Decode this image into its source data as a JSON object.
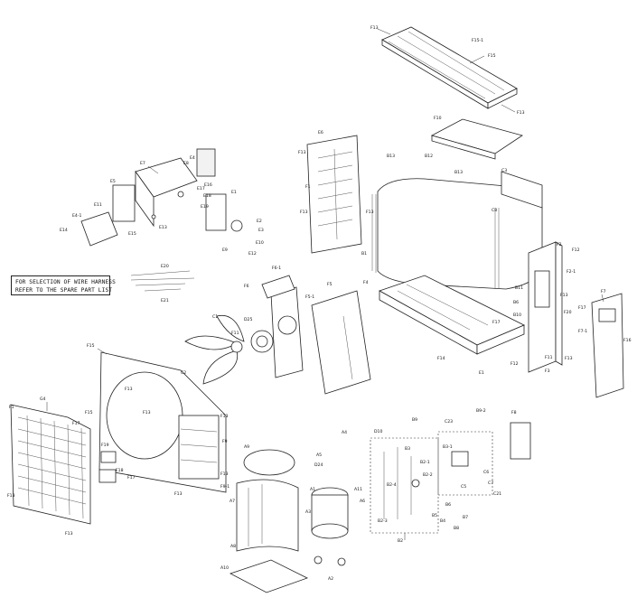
{
  "note": {
    "line1": "FOR SELECTION OF WIRE HARNESS",
    "line2": "REFER TO THE SPARE PART LIST"
  },
  "labels": {
    "f13_top": "F13",
    "f15_1": "F15-1",
    "f15": "F15",
    "f13_b": "F13",
    "f10": "F10",
    "c3": "C3",
    "b13a": "B13",
    "b12": "B12",
    "b13b": "B13",
    "c8": "C8",
    "f1_left": "F1",
    "f13_l": "F13",
    "f13_l2": "F13",
    "f13_l3": "F13",
    "e6": "E6",
    "e7": "E7",
    "e16": "E16",
    "e8": "E8",
    "e5": "E5",
    "e11": "E11",
    "e17": "E17",
    "e18": "E18",
    "e4": "E4",
    "e1": "E1",
    "e19": "E19",
    "e2": "E2",
    "e3": "E3",
    "e10": "E10",
    "e12": "E12",
    "e9": "E9",
    "e13": "E13",
    "e14": "E14",
    "e4_1": "E4-1",
    "e15": "E15",
    "e20": "E20",
    "e21": "E21",
    "f6_1": "F6-1",
    "f6": "F6",
    "f5": "F5",
    "f5_1": "F5-1",
    "f4": "F4",
    "b1": "B1",
    "f2": "F2",
    "f12": "F12",
    "f2_1": "F2-1",
    "f7": "F7",
    "b11": "B11",
    "b6": "B6",
    "b10": "B10",
    "f17": "F17",
    "f14": "F14",
    "e1_b": "E1",
    "f12_b": "F12",
    "f3": "F3",
    "f11": "F11",
    "f13_r": "F13",
    "f13_r2": "F13",
    "f17_r": "F17",
    "f20": "F20",
    "f7_1": "F7-1",
    "f16": "F16",
    "c1": "C1",
    "d25": "D25",
    "f11_f": "F11",
    "f15_left": "F15",
    "f13_m": "F13",
    "c2": "C2",
    "f13_m2": "F13",
    "f13_m3": "F13",
    "f9": "F9",
    "f9_1": "F9-1",
    "f13_m4": "F13",
    "f15_f": "F15",
    "f13_f": "F13",
    "g4": "G4",
    "f1": "F1",
    "f17_g": "F17",
    "f19": "F19",
    "f18": "F18",
    "f17_g2": "F17",
    "f13_g": "F13",
    "f13_g2": "F13",
    "a9": "A9",
    "a7": "A7",
    "a8": "A8",
    "a10": "A10",
    "a5": "A5",
    "a3": "A3",
    "a4": "A4",
    "a1": "A1",
    "a2": "A2",
    "a6": "A6",
    "a11": "A11",
    "d24": "D24",
    "d10": "D10",
    "b9": "B9",
    "b2": "B2",
    "b2_1": "B2-1",
    "b2_2": "B2-2",
    "b2_3": "B2-3",
    "b2_4": "B2-4",
    "b3": "B3",
    "b4": "B4",
    "b6_b": "B6",
    "b5": "B5",
    "b7": "B7",
    "b8": "B8",
    "b3_1": "B3-1",
    "c23": "C23",
    "b9_2": "B9-2",
    "c5": "C5",
    "f8": "F8",
    "c6": "C6",
    "c7": "C7",
    "c21": "C21"
  }
}
